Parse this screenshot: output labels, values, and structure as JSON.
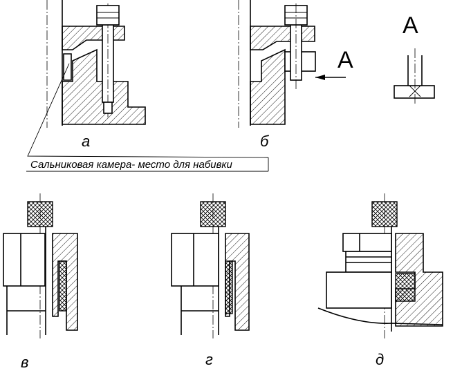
{
  "labels": {
    "a": "а",
    "b": "б",
    "v": "в",
    "g": "г",
    "d": "д",
    "view_arrow": "А",
    "view_title": "А"
  },
  "annotation": {
    "stuffing_box": "Сальниковая камера- место для набивки"
  }
}
